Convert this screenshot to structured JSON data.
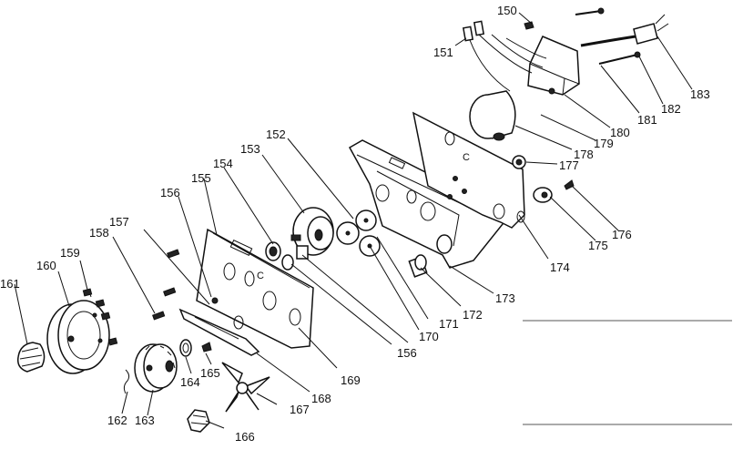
{
  "diagram": {
    "part_labels": [
      {
        "id": "p150",
        "text": "150"
      },
      {
        "id": "p151",
        "text": "151"
      },
      {
        "id": "p152",
        "text": "152"
      },
      {
        "id": "p153",
        "text": "153"
      },
      {
        "id": "p154",
        "text": "154"
      },
      {
        "id": "p155",
        "text": "155"
      },
      {
        "id": "p156a",
        "text": "156"
      },
      {
        "id": "p156b",
        "text": "156"
      },
      {
        "id": "p157",
        "text": "157"
      },
      {
        "id": "p158",
        "text": "158"
      },
      {
        "id": "p159",
        "text": "159"
      },
      {
        "id": "p160",
        "text": "160"
      },
      {
        "id": "p161",
        "text": "161"
      },
      {
        "id": "p162",
        "text": "162"
      },
      {
        "id": "p163",
        "text": "163"
      },
      {
        "id": "p164",
        "text": "164"
      },
      {
        "id": "p165",
        "text": "165"
      },
      {
        "id": "p166",
        "text": "166"
      },
      {
        "id": "p167",
        "text": "167"
      },
      {
        "id": "p168",
        "text": "168"
      },
      {
        "id": "p169",
        "text": "169"
      },
      {
        "id": "p170",
        "text": "170"
      },
      {
        "id": "p171",
        "text": "171"
      },
      {
        "id": "p172",
        "text": "172"
      },
      {
        "id": "p173",
        "text": "173"
      },
      {
        "id": "p174",
        "text": "174"
      },
      {
        "id": "p175",
        "text": "175"
      },
      {
        "id": "p176",
        "text": "176"
      },
      {
        "id": "p177",
        "text": "177"
      },
      {
        "id": "p178",
        "text": "178"
      },
      {
        "id": "p179",
        "text": "179"
      },
      {
        "id": "p180",
        "text": "180"
      },
      {
        "id": "p181",
        "text": "181"
      },
      {
        "id": "p182",
        "text": "182"
      },
      {
        "id": "p183",
        "text": "183"
      }
    ],
    "plate_marks": {
      "c": "C"
    }
  }
}
